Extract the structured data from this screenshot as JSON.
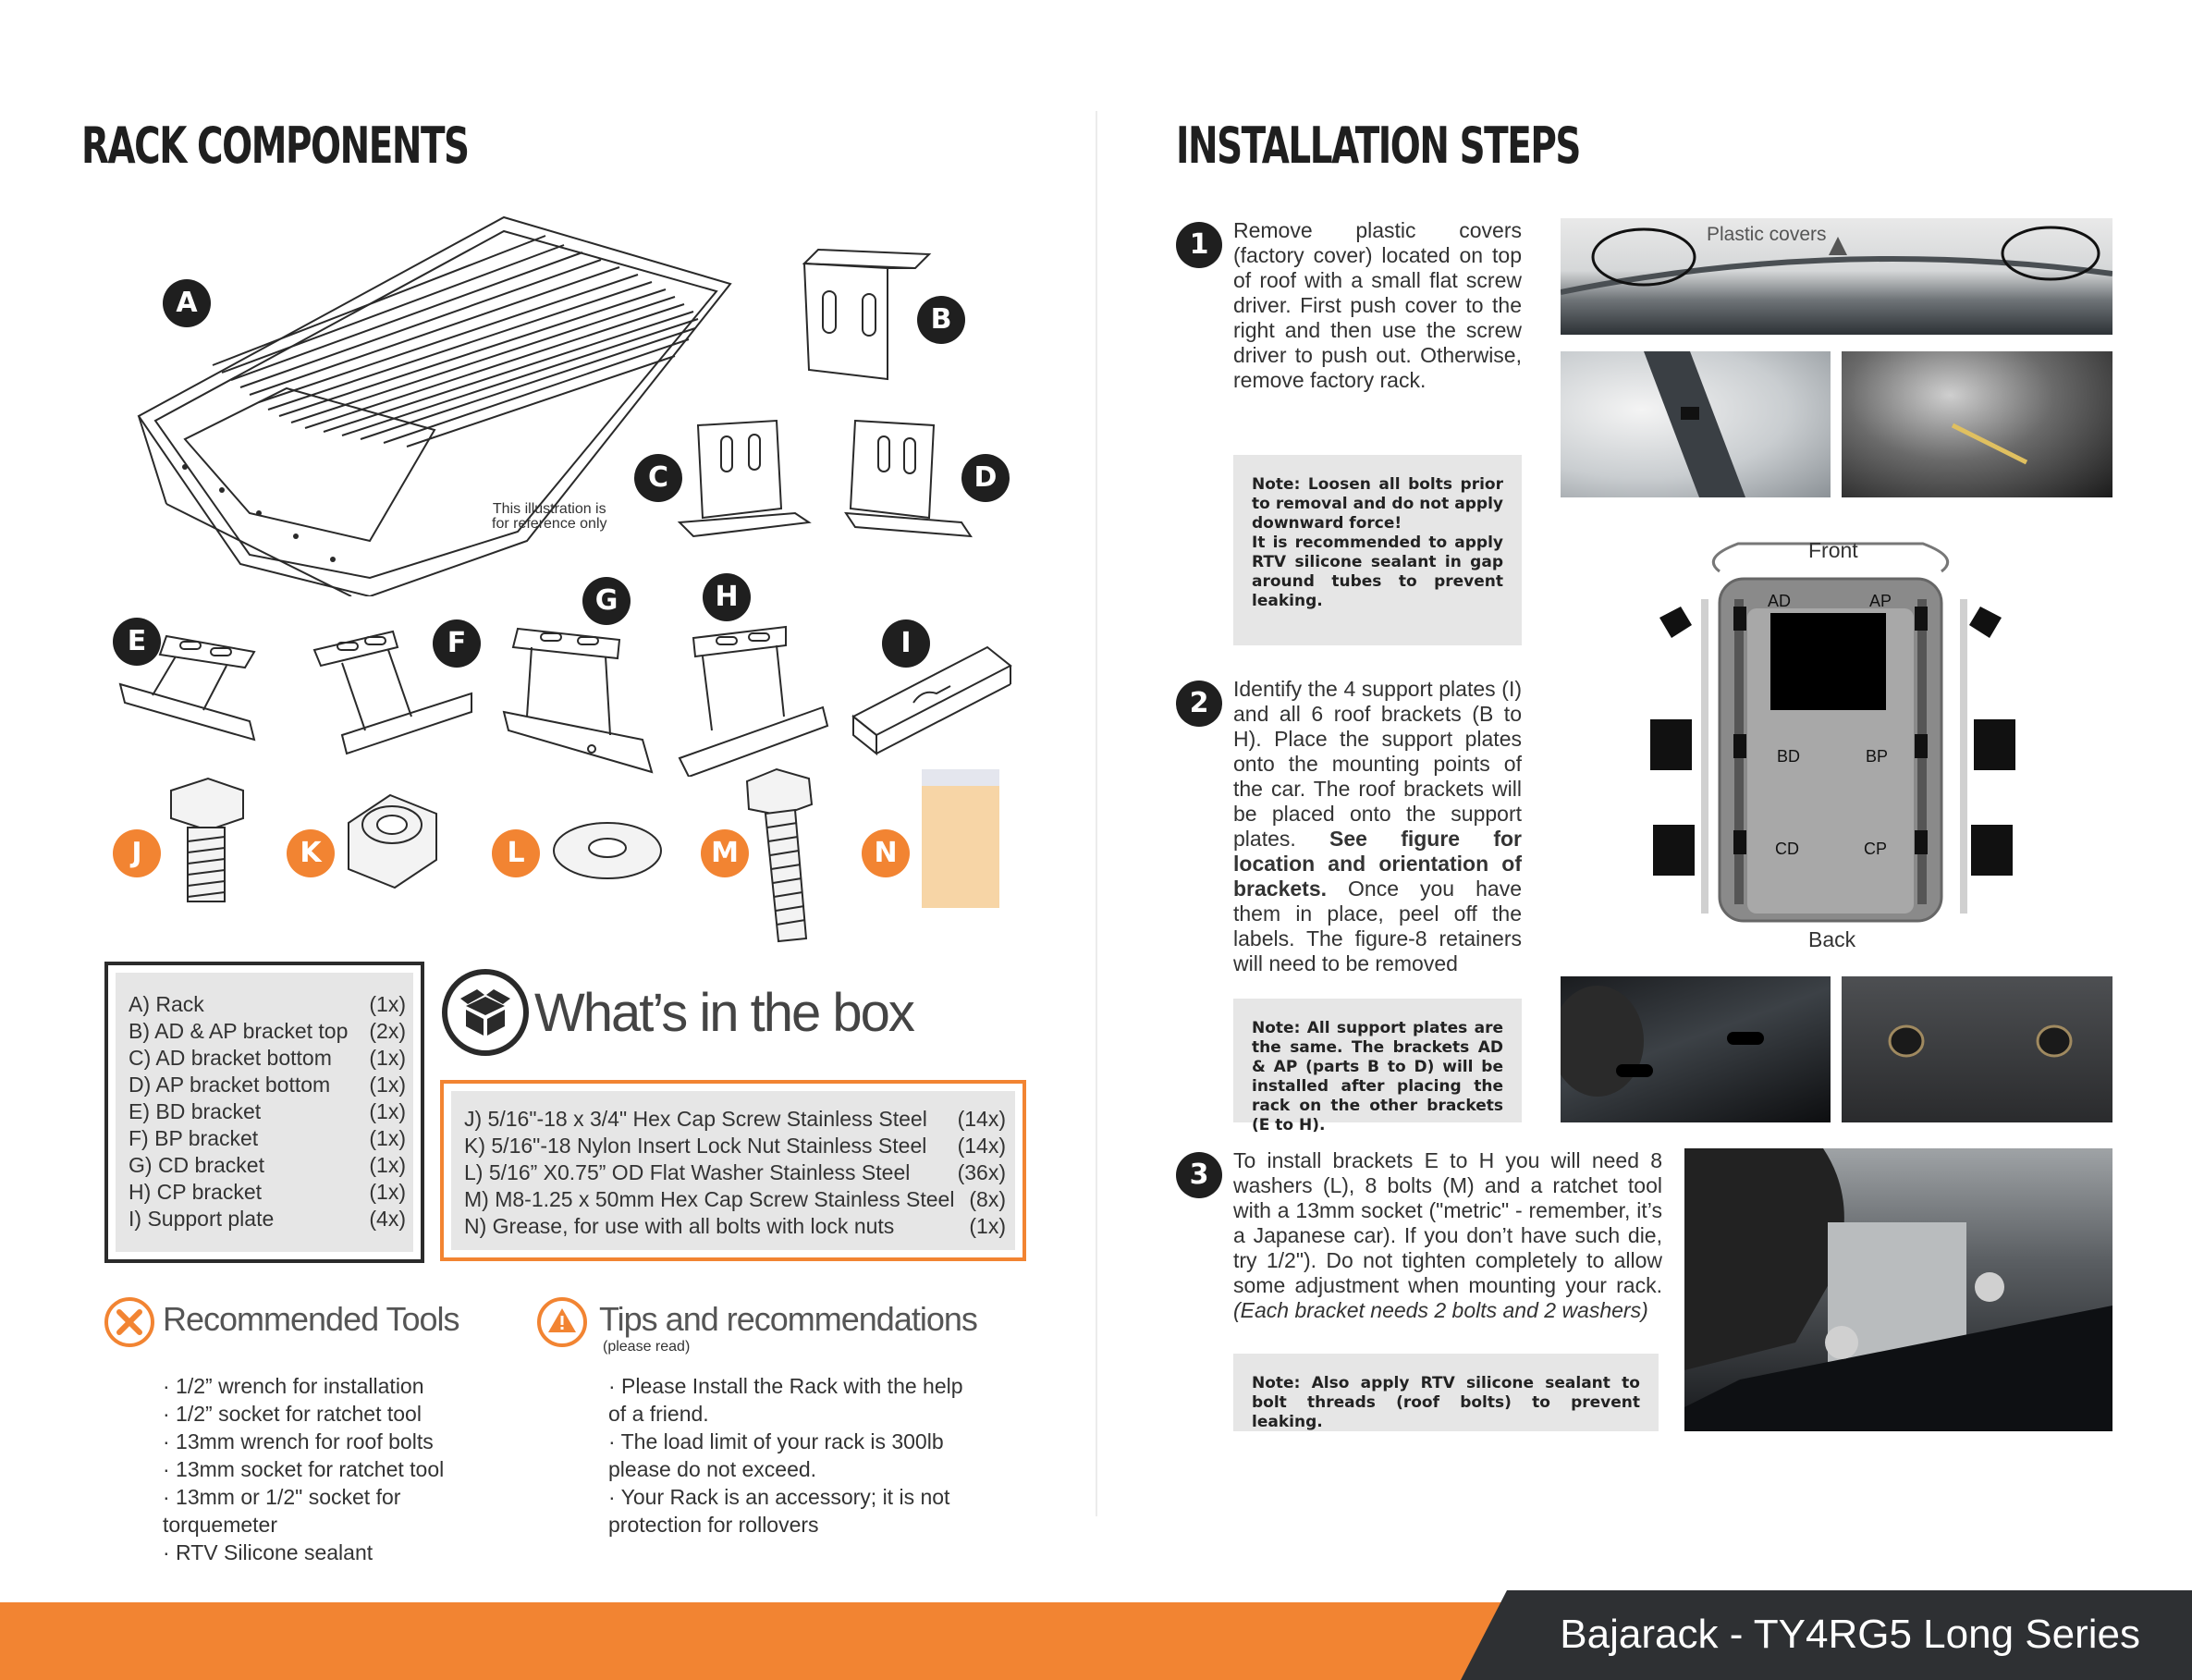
{
  "left": {
    "title": "RACK COMPONENTS",
    "illustration_note": [
      "This illustration is",
      "for reference only"
    ],
    "part_letters": [
      "A",
      "B",
      "C",
      "D",
      "E",
      "F",
      "G",
      "H",
      "I"
    ],
    "hardware_letters": [
      "J",
      "K",
      "L",
      "M",
      "N"
    ],
    "components": [
      {
        "label": "A) Rack",
        "qty": "(1x)"
      },
      {
        "label": "B) AD & AP bracket top",
        "qty": "(2x)"
      },
      {
        "label": "C) AD bracket bottom",
        "qty": "(1x)"
      },
      {
        "label": "D) AP bracket bottom",
        "qty": "(1x)"
      },
      {
        "label": "E) BD bracket",
        "qty": "(1x)"
      },
      {
        "label": "F) BP bracket",
        "qty": "(1x)"
      },
      {
        "label": "G) CD bracket",
        "qty": "(1x)"
      },
      {
        "label": "H) CP bracket",
        "qty": "(1x)"
      },
      {
        "label": "I) Support plate",
        "qty": "(4x)"
      }
    ],
    "box_title": "What’s in the box",
    "hardware": [
      {
        "label": "J) 5/16\"-18 x 3/4\" Hex Cap Screw Stainless Steel",
        "qty": "(14x)"
      },
      {
        "label": "K) 5/16\"-18  Nylon Insert Lock Nut Stainless Steel",
        "qty": "(14x)"
      },
      {
        "label": "L) 5/16” X0.75” OD Flat Washer Stainless Steel",
        "qty": "(36x)"
      },
      {
        "label": "M) M8-1.25 x 50mm Hex Cap Screw Stainless Steel",
        "qty": "(8x)"
      },
      {
        "label": "N) Grease, for use with all bolts with lock nuts",
        "qty": "(1x)"
      }
    ],
    "tools_title": "Recommended Tools",
    "tools": [
      "· 1/2” wrench for installation",
      "· 1/2” socket for ratchet tool",
      "· 13mm wrench for roof bolts",
      "· 13mm socket for ratchet tool",
      "· 13mm or 1/2\" socket for torquemeter",
      "· RTV Silicone sealant"
    ],
    "tips_title": "Tips and recommendations",
    "tips_sub": "(please read)",
    "tips": [
      "· Please Install the Rack with the help of a friend.",
      "· The load limit of your rack is 300lb please do not exceed.",
      "· Your Rack is an accessory; it is not protection for rollovers"
    ]
  },
  "right": {
    "title": "INSTALLATION STEPS",
    "steps": [
      {
        "num": "1",
        "text": "Remove plastic covers (factory cover) located on top of roof with a small flat screw driver. First push cover to the right and then use the screw driver to push out. Otherwise, remove factory rack.",
        "note_1": "Note: Loosen all bolts prior to removal and do not apply downward force!",
        "note_2": "It is recommended to apply RTV silicone sealant in gap around tubes to prevent leaking."
      },
      {
        "num": "2",
        "text_a": "Identify the 4 support plates (I) and all 6 roof brackets (B to H). Place the support plates onto the mounting points of the car. The roof brackets will be placed onto the support plates. ",
        "text_b": "See figure for location and orientation of brackets.",
        "text_c": " Once you have them in place, peel off the labels. The figure-8 retainers will need to be removed",
        "note": "Note: All support plates are the same. The brackets AD & AP (parts B to D) will be installed after placing the rack on the other brackets (E to H)."
      },
      {
        "num": "3",
        "text_a": "To install brackets E to H you will need 8 washers (L), 8 bolts (M) and a ratchet tool with a 13mm socket (\"metric\" - remember, it’s a Japanese car). If you don’t have such die, try 1/2\"). Do not tighten completely to allow some adjustment when mounting your rack. ",
        "text_b": "(Each bracket needs 2 bolts and 2 washers)",
        "note": "Note:  Also apply RTV silicone sealant to bolt threads (roof bolts) to prevent leaking."
      }
    ],
    "photo_label": "Plastic covers",
    "diagram": {
      "front": "Front",
      "back": "Back",
      "labels": [
        "AD",
        "AP",
        "BD",
        "BP",
        "CD",
        "CP"
      ]
    }
  },
  "footer": {
    "text": "Bajarack - TY4RG5 Long Series"
  },
  "colors": {
    "accent": "#f28432",
    "dark": "#2e3033",
    "panel": "#e6e6e6"
  }
}
